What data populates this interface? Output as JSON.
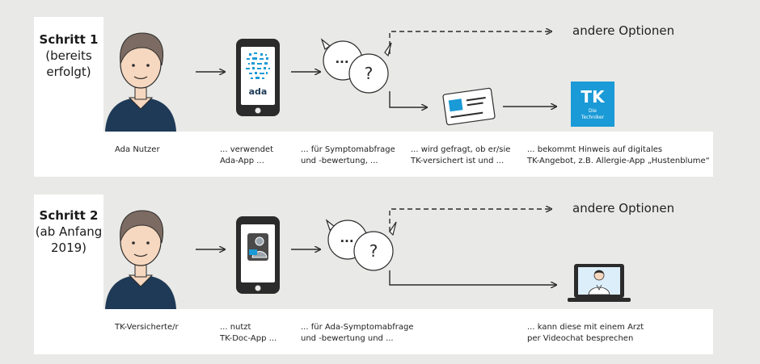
{
  "step1": {
    "title": "Schritt 1",
    "subtitle_line1": "(bereits",
    "subtitle_line2": "erfolgt)",
    "person": "Ada Nutzer",
    "app_logo": "ada",
    "captions": [
      [
        "... verwendet",
        "Ada-App ..."
      ],
      [
        "... für Symptomabfrage",
        "und -bewertung, ..."
      ],
      [
        "... wird gefragt, ob er/sie",
        "TK-versichert ist und ..."
      ],
      [
        "... bekommt Hinweis auf digitales",
        "TK-Angebot, z.B. Allergie-App „Hustenblume“"
      ]
    ],
    "other_options": "andere Optionen",
    "tk_logo_lines": [
      "Die",
      "Techniker"
    ],
    "tk_logo_mark": "TK"
  },
  "step2": {
    "title": "Schritt 2",
    "subtitle_line1": "(ab Anfang",
    "subtitle_line2": "2019)",
    "person": "TK-Versicherte/r",
    "captions": [
      [
        "... nutzt",
        "TK-Doc-App ..."
      ],
      [
        "... für Ada-Symptomabfrage",
        "und -bewertung und ..."
      ],
      [
        "... kann diese mit einem Arzt",
        "per Videochat besprechen"
      ]
    ],
    "other_options": "andere Optionen"
  },
  "bubble_text": {
    "dots": "...",
    "question": "?"
  },
  "colors": {
    "accent": "#1a9ad6",
    "dark_navy": "#1f3a57",
    "skin": "#f6d7bf",
    "hair": "#7c6b62",
    "phone": "#2b2b2b"
  }
}
